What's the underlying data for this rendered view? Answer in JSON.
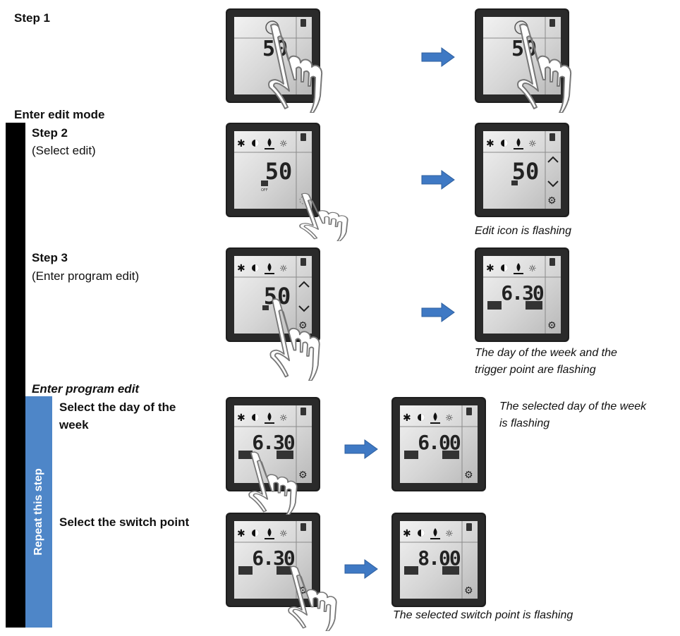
{
  "labels": {
    "step1": "Step 1",
    "enter_edit_mode": "Enter edit mode",
    "step2": "Step 2",
    "step2_sub": "(Select edit)",
    "step3": "Step 3",
    "step3_sub": "(Enter program edit)",
    "enter_program_edit": "Enter program edit",
    "repeat": "Repeat this step",
    "select_day_l1": "Select the day of the",
    "select_day_l2": "week",
    "select_switch": "Select the switch point"
  },
  "captions": {
    "edit_icon": "Edit icon is flashing",
    "day_trigger_l1": "The day of the week and the",
    "day_trigger_l2": "trigger point are flashing",
    "day_flash_l1": "The selected day of the week",
    "day_flash_l2": "is flashing",
    "switch_flash": "The selected switch point is flashing"
  },
  "displays": {
    "d1a": "50",
    "d1b": "50",
    "d2a": "50",
    "d2b": "50",
    "d3a": "50",
    "d3b": "6.30",
    "d4a": "6.30",
    "d4b": "6.00",
    "d5a": "6.30",
    "d5b": "8.00"
  },
  "colors": {
    "repeat_bar": "#4e86c8",
    "arrow": "#3f79c4",
    "side_bar": "#000000"
  }
}
